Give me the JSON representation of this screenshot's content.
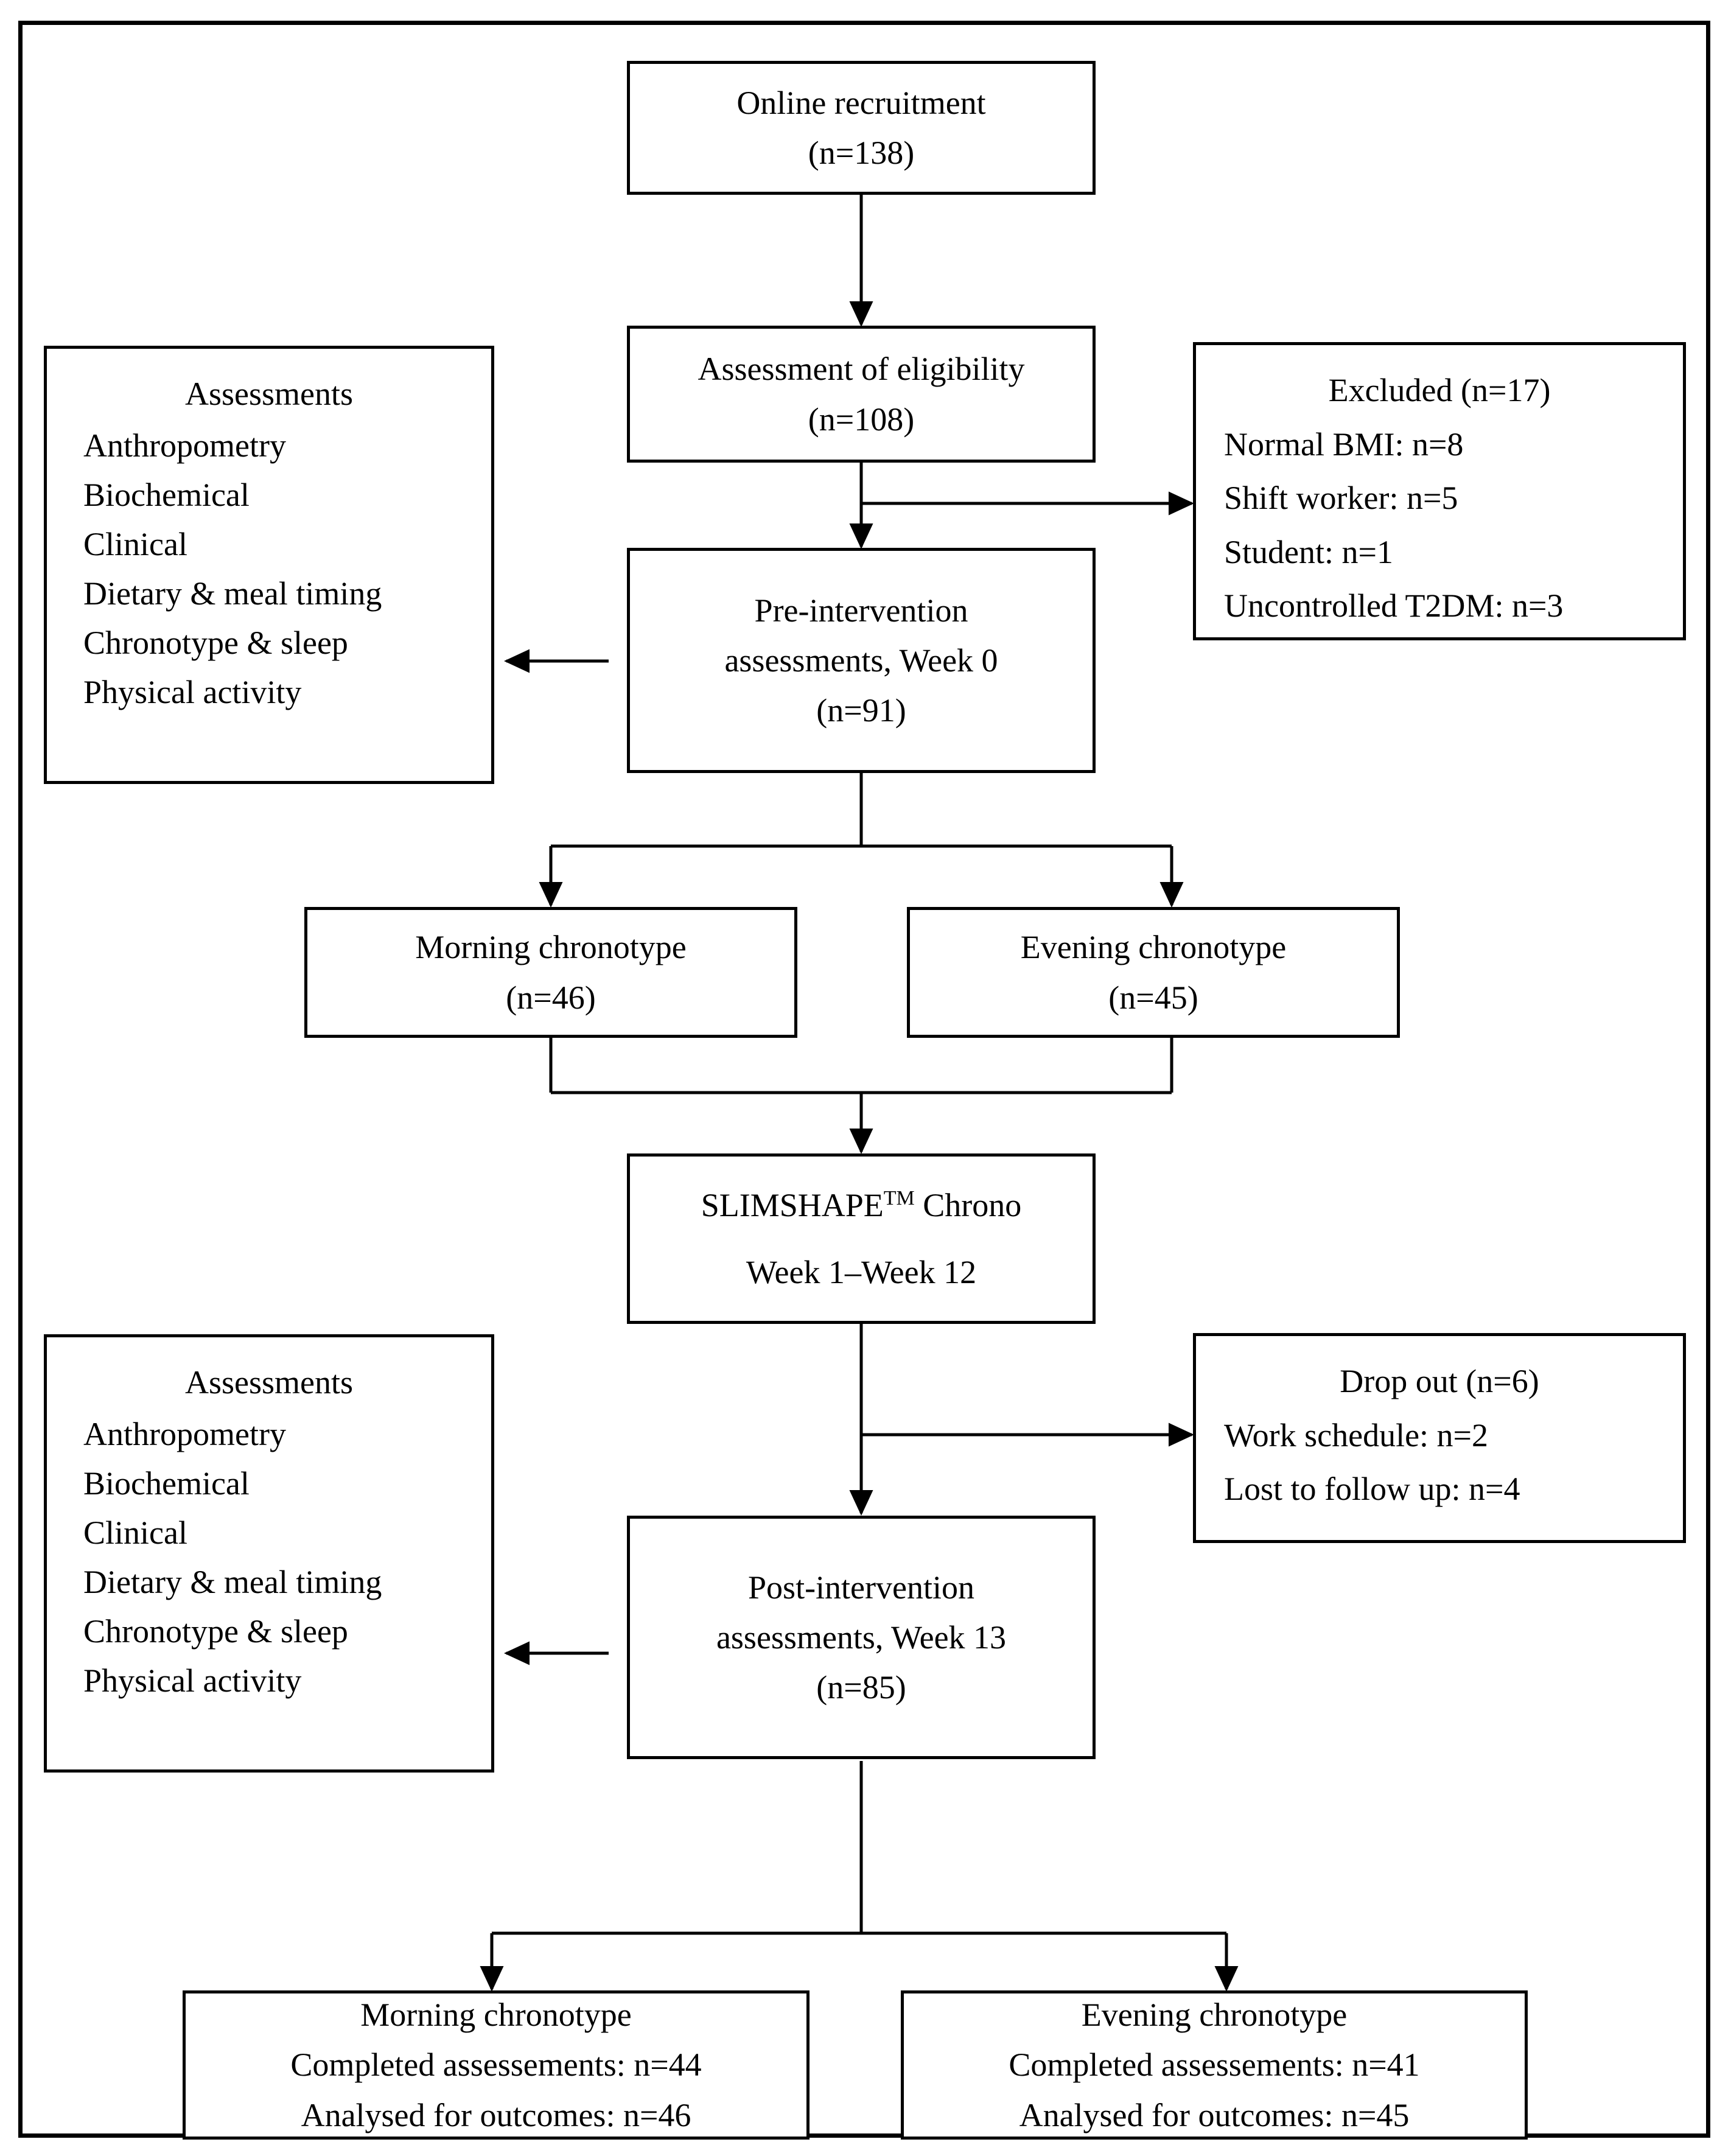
{
  "figure": {
    "type": "consort-flow-diagram",
    "title_visible": false,
    "border_color": "#000000",
    "background": "#ffffff"
  },
  "nodes": {
    "online_recruitment": {
      "lines": [
        "Online recruitment",
        "(n=138)"
      ]
    },
    "assessment_eligibility": {
      "lines": [
        "Assessment of eligibility",
        "(n=108)"
      ]
    },
    "excluded": {
      "title": "Excluded (n=17)",
      "items": [
        "Normal BMI: n=8",
        "Shift worker: n=5",
        "Student: n=1",
        "Uncontrolled T2DM: n=3"
      ]
    },
    "assessments_pre": {
      "title": "Assessments",
      "items": [
        "Anthropometry",
        "Biochemical",
        "Clinical",
        "Dietary & meal timing",
        "Chronotype & sleep",
        "Physical activity"
      ]
    },
    "pre_intervention": {
      "lines": [
        "Pre-intervention",
        "assessments, Week 0",
        "(n=91)"
      ]
    },
    "morning_chronotype_pre": {
      "lines": [
        "Morning chronotype",
        "(n=46)"
      ]
    },
    "evening_chronotype_pre": {
      "lines": [
        "Evening chronotype",
        "(n=45)"
      ]
    },
    "intervention": {
      "brand": "SLIMSHAPE",
      "trademark": "TM",
      "brand_suffix": " Chrono",
      "duration": "Week 1–Week 12"
    },
    "assessments_post": {
      "title": "Assessments",
      "items": [
        "Anthropometry",
        "Biochemical",
        "Clinical",
        "Dietary & meal timing",
        "Chronotype & sleep",
        "Physical activity"
      ]
    },
    "drop_out": {
      "title": "Drop out (n=6)",
      "items": [
        "Work schedule: n=2",
        "Lost to follow up: n=4"
      ]
    },
    "post_intervention": {
      "lines": [
        "Post-intervention",
        "assessments, Week 13",
        "(n=85)"
      ]
    },
    "morning_chronotype_post": {
      "lines": [
        "Morning chronotype",
        "Completed assessements: n=44",
        "Analysed for outcomes: n=46"
      ]
    },
    "evening_chronotype_post": {
      "lines": [
        "Evening chronotype",
        "Completed assessements: n=41",
        "Analysed for outcomes: n=45"
      ]
    }
  },
  "chart_data": {
    "type": "flowchart",
    "flow": [
      {
        "from": "online_recruitment",
        "to": "assessment_eligibility",
        "kind": "down-arrow"
      },
      {
        "from": "assessment_eligibility",
        "to": "excluded",
        "kind": "right-arrow"
      },
      {
        "from": "assessment_eligibility",
        "to": "pre_intervention",
        "kind": "down-arrow"
      },
      {
        "from": "pre_intervention",
        "to": "assessments_pre",
        "kind": "left-arrow"
      },
      {
        "from": "pre_intervention",
        "to": "morning_chronotype_pre",
        "kind": "split-down-arrow"
      },
      {
        "from": "pre_intervention",
        "to": "evening_chronotype_pre",
        "kind": "split-down-arrow"
      },
      {
        "from": "morning_chronotype_pre",
        "to": "intervention",
        "kind": "merge-down-arrow"
      },
      {
        "from": "evening_chronotype_pre",
        "to": "intervention",
        "kind": "merge-down-arrow"
      },
      {
        "from": "intervention",
        "to": "drop_out",
        "kind": "right-arrow"
      },
      {
        "from": "intervention",
        "to": "post_intervention",
        "kind": "down-arrow"
      },
      {
        "from": "post_intervention",
        "to": "assessments_post",
        "kind": "left-arrow"
      },
      {
        "from": "post_intervention",
        "to": "morning_chronotype_post",
        "kind": "split-down-arrow"
      },
      {
        "from": "post_intervention",
        "to": "evening_chronotype_post",
        "kind": "split-down-arrow"
      }
    ],
    "counts": {
      "recruited": 138,
      "assessed_for_eligibility": 108,
      "excluded_total": 17,
      "excluded_normal_bmi": 8,
      "excluded_shift_worker": 5,
      "excluded_student": 1,
      "excluded_uncontrolled_t2dm": 3,
      "enrolled_week0": 91,
      "morning_chronotype": 46,
      "evening_chronotype": 45,
      "dropout_total": 6,
      "dropout_work_schedule": 2,
      "dropout_lost_to_follow_up": 4,
      "completed_week13": 85,
      "morning_completed": 44,
      "morning_analysed": 46,
      "evening_completed": 41,
      "evening_analysed": 45
    }
  }
}
